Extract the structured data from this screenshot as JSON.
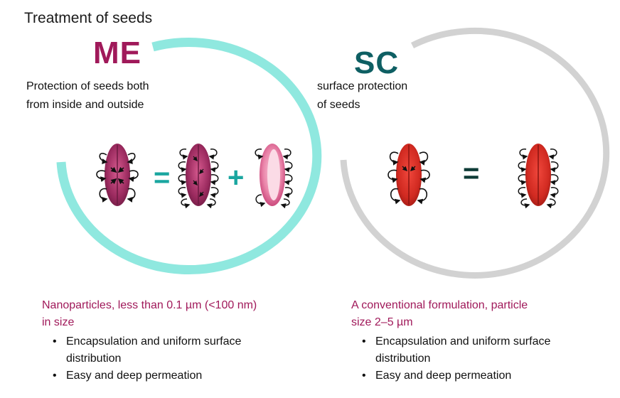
{
  "title": "Treatment of seeds",
  "colors": {
    "teal_ring": "#8fe8df",
    "gray_ring": "#d2d2d2",
    "me_accent": "#a0195a",
    "sc_accent": "#0e5f63",
    "seed_pink": "#b0336e",
    "seed_pink_light": "#e6749f",
    "seed_red": "#d92a22",
    "operator_dark": "#0d3b36"
  },
  "me": {
    "label": "ME",
    "description_line1": "Protection of seeds both",
    "description_line2": "from inside and outside",
    "equals": "=",
    "plus": "+",
    "caption_line1": "Nanoparticles, less than 0.1 µm (<100 nm)",
    "caption_line2": "in size",
    "bullets": [
      {
        "line1": "Encapsulation and uniform surface",
        "line2": "distribution"
      },
      {
        "line1": "Easy and deep permeation"
      }
    ]
  },
  "sc": {
    "label": "SC",
    "description_line1": "surface protection",
    "description_line2": "of seeds",
    "equals": "=",
    "caption_line1": "A conventional formulation, particle",
    "caption_line2": "size 2–5 µm",
    "bullets": [
      {
        "line1": "Encapsulation and uniform surface",
        "line2": "distribution"
      },
      {
        "line1": "Easy and deep permeation"
      }
    ]
  }
}
